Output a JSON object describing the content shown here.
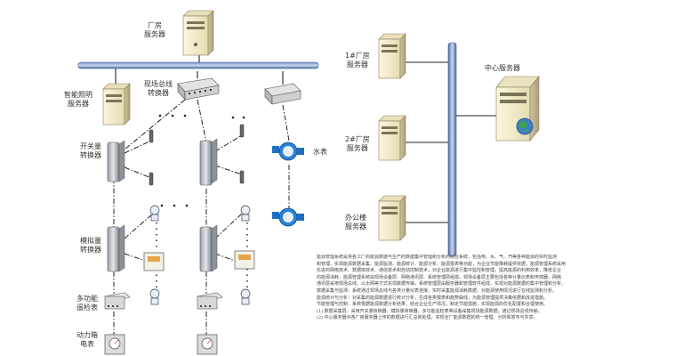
{
  "labels": {
    "factory_server": [
      "厂房",
      "服务器"
    ],
    "lighting_server": [
      "智能照明",
      "服务器"
    ],
    "fieldbus_converter": [
      "现场总线",
      "转换器"
    ],
    "switch_converter": [
      "开关量",
      "转换器"
    ],
    "water_meter": "水表",
    "analog_converter": [
      "模拟量",
      "转换器"
    ],
    "multi_meter": [
      "多功能",
      "遥检表"
    ],
    "power_meter": [
      "动力箱",
      "电表"
    ],
    "building1": [
      "1#厂房",
      "服务器"
    ],
    "building2": [
      "2#厂房",
      "服务器"
    ],
    "office": [
      "办公楼",
      "服务器"
    ],
    "center": "中心服务器"
  },
  "text_block": [
    "能源管理系统是将各工厂的能源数据与生产的数据集中管理和分析的综合系统，包括电、水、气、汽等各种能源的实时监测",
    "和管理，实现能源数据采集、能源监测、能源统计、能源分析、能源报表等功能，为企业节能降耗提供依据，能源管理系统采用",
    "先进的网络技术、数据库技术、通信技术和自动控制技术，对企业能源进行集中监控和管理，提高能源的利用效率，降低企业",
    "的能源消耗，能源管理系统由现场设备层、网络通讯层、系统管理层组成，现场设备层主要包括各种计量仪表和传感器，网络",
    "通讯层采用现场总线、以太网等方式实现数据传输，系统管理层由服务器和管理软件组成，实现对能源数据的集中管理和分析。",
    "数据采集与监测：系统通过现场总线与各类计量仪表连接，实时采集能源消耗数据，对能源使用情况进行在线监测和分析。",
    "能源统计与分析：对采集的能源数据进行统计分析，生成各类报表和趋势曲线，为能源管理提供决策依据和改进措施。",
    "节能管理与控制：系统根据能源数据分析结果，结合企业生产情况，制定节能措施，实现能源的优化配置和合理使用。",
    "(1) 数据采集层：采用开关量转换器、模拟量转换器、多功能遥检表等设备采集现场能源数据，通过现场总线传输。",
    "(2) 中心服务器对各厂房服务器上传的数据进行汇总和处理，实现全厂能源数据的统一管理、分析和发布与共享。"
  ]
}
